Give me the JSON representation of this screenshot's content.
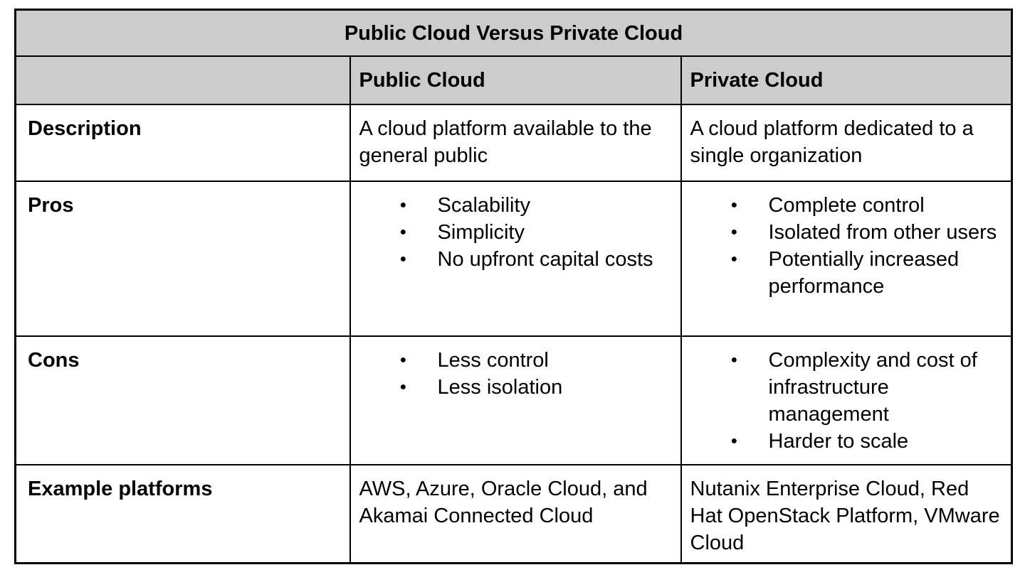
{
  "table": {
    "title": "Public Cloud Versus Private Cloud",
    "columns": [
      "",
      "Public Cloud",
      "Private Cloud"
    ],
    "rows": [
      {
        "key": "description",
        "label": "Description",
        "public": "A cloud platform available to the general public",
        "private": "A cloud platform dedicated to a single organization"
      },
      {
        "key": "pros",
        "label": "Pros",
        "public": [
          "Scalability",
          "Simplicity",
          "No upfront capital costs"
        ],
        "private": [
          "Complete control",
          "Isolated from other users",
          "Potentially increased performance"
        ]
      },
      {
        "key": "cons",
        "label": "Cons",
        "public": [
          "Less control",
          "Less isolation"
        ],
        "private": [
          "Complexity and cost of infrastructure management",
          "Harder to scale"
        ]
      },
      {
        "key": "platforms",
        "label": "Example platforms",
        "public": "AWS, Azure, Oracle Cloud, and Akamai Connected Cloud",
        "private": "Nutanix Enterprise Cloud, Red Hat OpenStack Platform, VMware Cloud"
      }
    ],
    "colors": {
      "header_bg": "#cccccc",
      "body_bg": "#ffffff",
      "border": "#000000",
      "text": "#000000"
    }
  }
}
